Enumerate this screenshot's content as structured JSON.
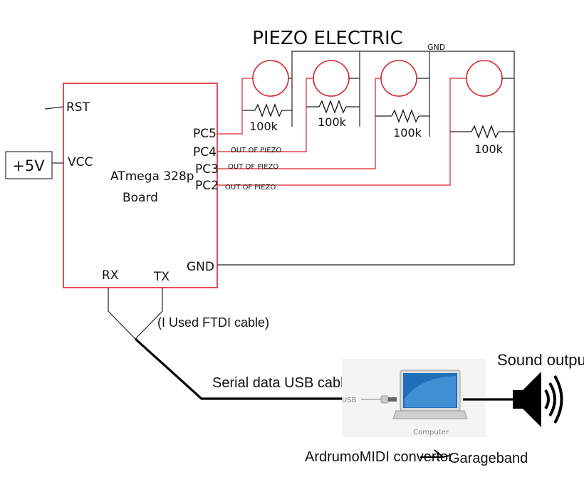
{
  "title": "PIEZO ELECTRIC",
  "gnd_bus_label": "GND",
  "board": {
    "name_line1": "ATmega 328p",
    "name_line2": "Board",
    "pins": {
      "rst": "RST",
      "vcc": "VCC",
      "pc5": "PC5",
      "pc4": "PC4",
      "pc3": "PC3",
      "pc2": "PC2",
      "gnd": "GND",
      "rx": "RX",
      "tx": "TX"
    }
  },
  "power_label": "+5V",
  "resistors": [
    "100k",
    "100k",
    "100k",
    "100k"
  ],
  "piezo_outputs": [
    "OUT OF PIEZO",
    "OUT OF PIEZO",
    "OUT OF PIEZO"
  ],
  "ftdi_note": "(I Used FTDI cable)",
  "usb_cable_label": "Serial data USB cable",
  "usb_plug_label": "USB",
  "computer_label": "Computer",
  "sound_label": "Sound output",
  "flow": {
    "source": "ArdrumoMIDI convertor",
    "target": "Garageband"
  },
  "colors": {
    "board_outline": "#d9232a",
    "piezo_wire": "#d9232a",
    "wire": "#222222",
    "laptop_screen": "#1f6fb8"
  },
  "icons": {
    "speaker": "speaker-sound-icon",
    "laptop": "laptop-icon",
    "usb": "usb-plug-icon"
  }
}
